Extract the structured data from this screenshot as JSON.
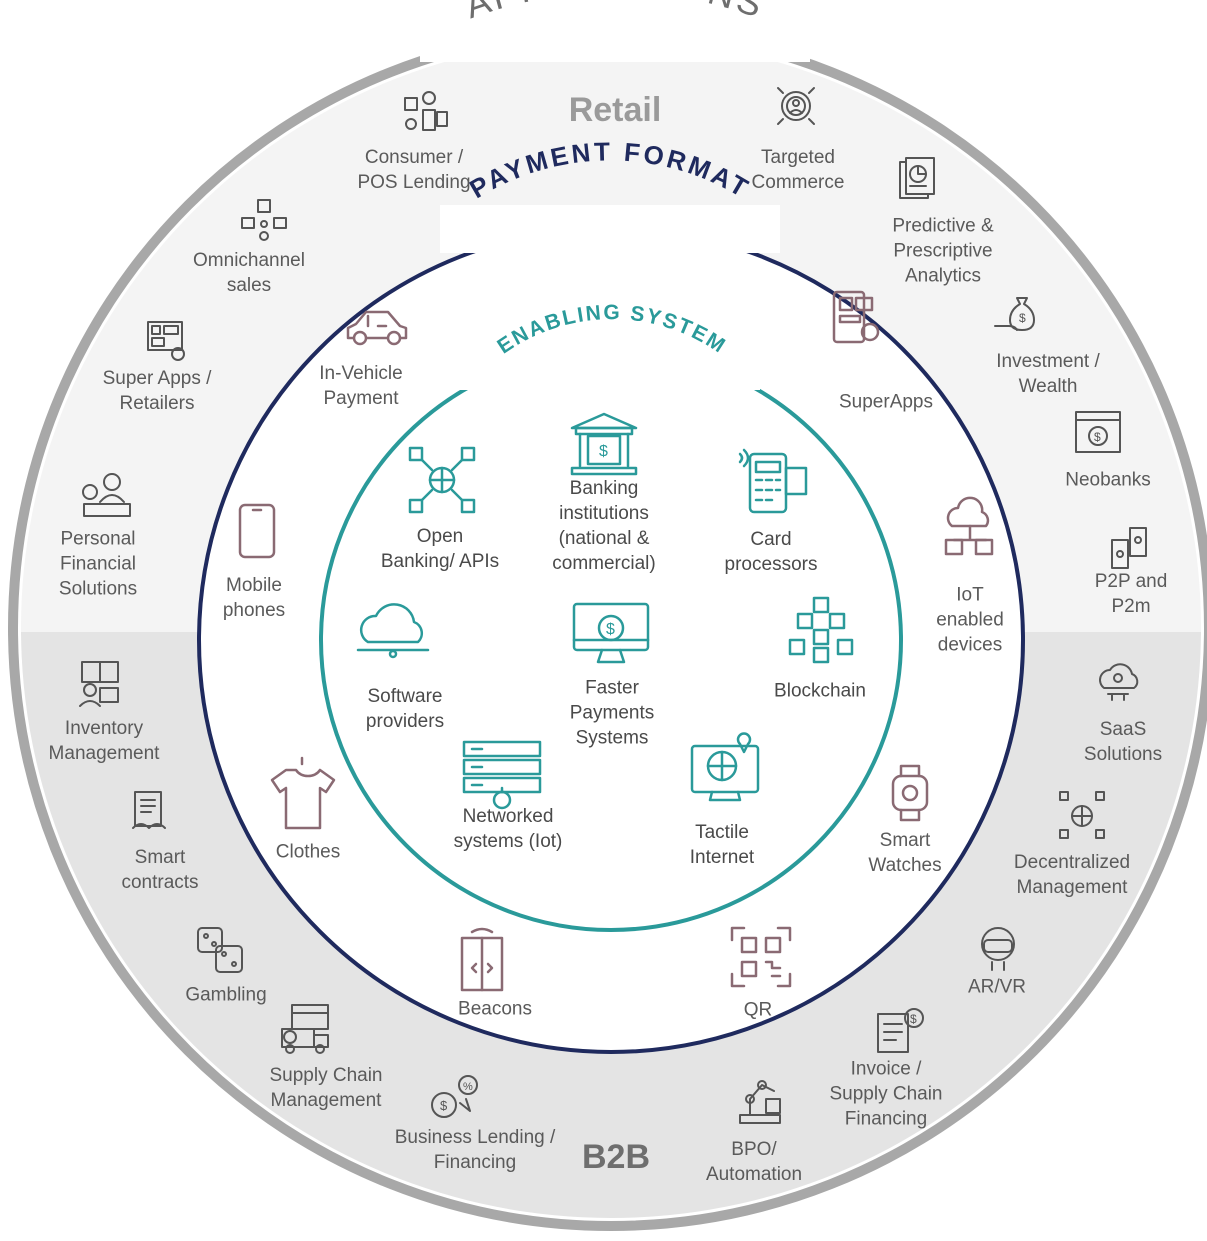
{
  "rings": {
    "applications": "APPLICATIONS",
    "payment_format": "PAYMENT FORMAT",
    "enabling_system": "ENABLING SYSTEM"
  },
  "segments": {
    "retail": "Retail",
    "b2b": "B2B"
  },
  "applications": {
    "consumer_pos_lending": "Consumer /\nPOS Lending",
    "targeted_commerce": "Targeted\nCommerce",
    "predictive_analytics": "Predictive &\nPrescriptive\nAnalytics",
    "omnichannel_sales": "Omnichannel\nsales",
    "investment_wealth": "Investment /\nWealth",
    "super_apps_retailers": "Super Apps /\nRetailers",
    "neobanks": "Neobanks",
    "personal_financial": "Personal\nFinancial\nSolutions",
    "p2p": "P2P and P2m",
    "inventory_management": "Inventory\nManagement",
    "saas_solutions": "SaaS\nSolutions",
    "smart_contracts": "Smart\ncontracts",
    "decentralized_management": "Decentralized\nManagement",
    "gambling": "Gambling",
    "ar_vr": "AR/VR",
    "supply_chain_management": "Supply Chain\nManagement",
    "invoice_financing": "Invoice /\nSupply Chain\nFinancing",
    "business_lending": "Business Lending /\nFinancing",
    "bpo_automation": "BPO/\nAutomation"
  },
  "payment_formats": {
    "in_vehicle": "In-Vehicle\nPayment",
    "superapps": "SuperApps",
    "mobile_phones": "Mobile\nphones",
    "iot_devices": "IoT\nenabled\ndevices",
    "clothes": "Clothes",
    "smart_watches": "Smart\nWatches",
    "beacons": "Beacons",
    "qr": "QR"
  },
  "enabling_systems": {
    "banking": "Banking\ninstitutions\n(national &\ncommercial)",
    "open_banking": "Open\nBanking/ APIs",
    "card_processors": "Card\nprocessors",
    "software_providers": "Software\nproviders",
    "faster_payments": "Faster\nPayments\nSystems",
    "blockchain": "Blockchain",
    "networked_systems": "Networked\nsystems (Iot)",
    "tactile_internet": "Tactile\nInternet"
  },
  "colors": {
    "outer_ring": "#a8a8a8",
    "retail_band": "#f4f4f4",
    "b2b_band": "#e4e4e4",
    "payment_ring": "#1f2a5e",
    "enabling_ring": "#2a9a9a",
    "icon_gray": "#555555",
    "icon_mauve": "#8a6a73",
    "icon_teal": "#2a9a9a"
  }
}
